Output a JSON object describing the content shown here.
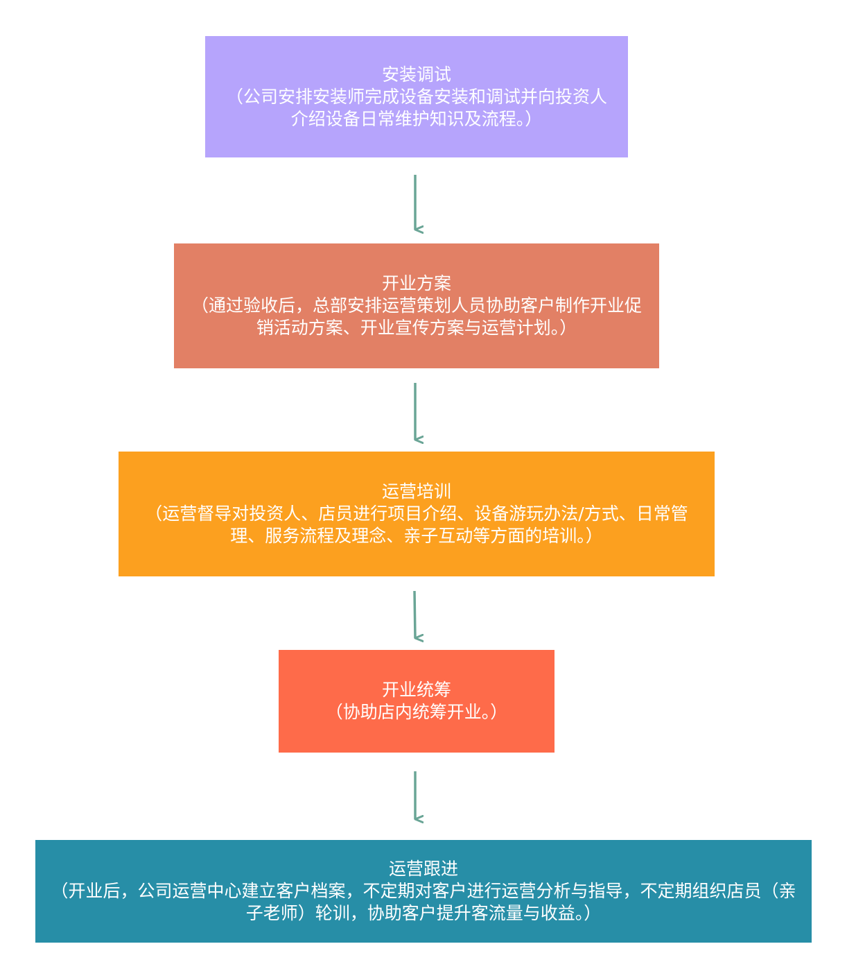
{
  "colors": {
    "arrow": "#6aa596",
    "text": "#ffffff"
  },
  "steps": [
    {
      "title": "安装调试",
      "desc": "（公司安排安装师完成设备安装和调试并向投资人介绍设备日常维护知识及流程。）",
      "color": "#b6a4fc"
    },
    {
      "title": "开业方案",
      "desc": "（通过验收后，总部安排运营策划人员协助客户制作开业促销活动方案、开业宣传方案与运营计划。）",
      "color": "#e28065"
    },
    {
      "title": "运营培训",
      "desc": "（运营督导对投资人、店员进行项目介绍、设备游玩办法/方式、日常管理、服务流程及理念、亲子互动等方面的培训。）",
      "color": "#fca01f"
    },
    {
      "title": "开业统筹",
      "desc": "（协助店内统筹开业。）",
      "color": "#fe6b4a"
    },
    {
      "title": "运营跟进",
      "desc": "（开业后，公司运营中心建立客户档案，不定期对客户进行运营分析与指导，不定期组织店员（亲子老师）轮训，协助客户提升客流量与收益。）",
      "color": "#278ea7"
    }
  ]
}
